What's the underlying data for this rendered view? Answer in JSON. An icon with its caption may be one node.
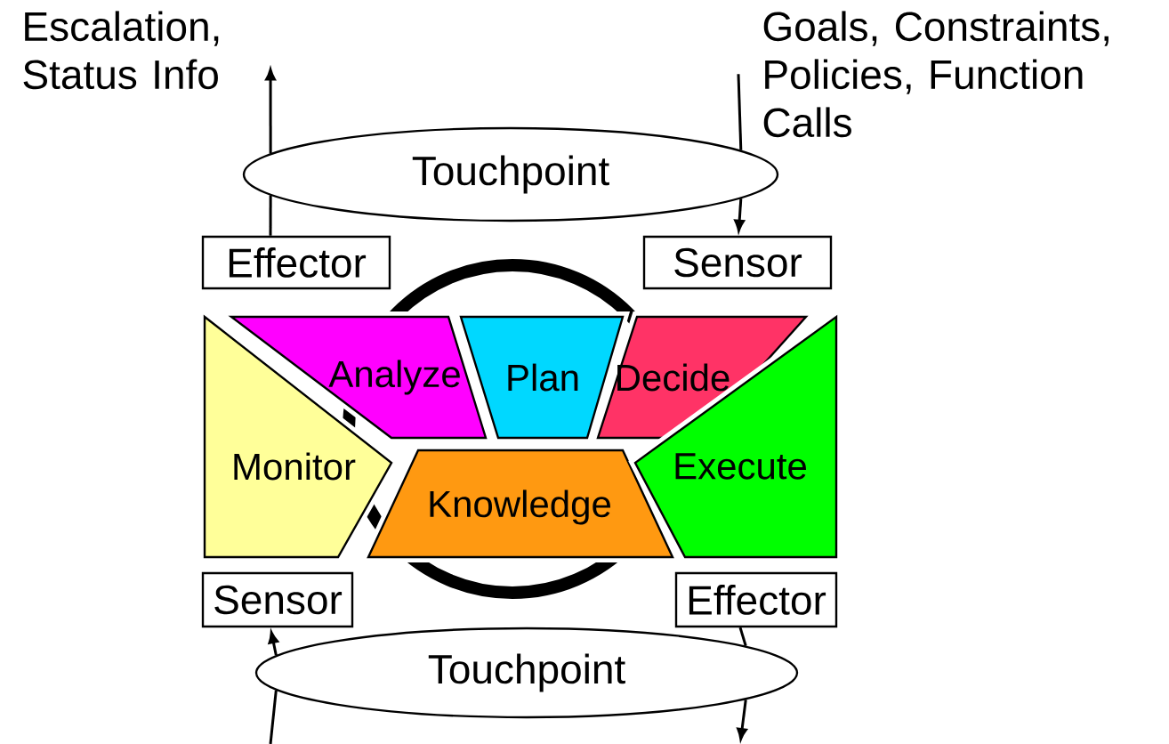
{
  "diagram": {
    "nodes": [
      {
        "text": [
          "Escalation, Status Info"
        ]
      },
      {
        "text": [
          "Goals, Constraints, Policies, Function Calls"
        ]
      },
      {
        "text": [
          "Touchpoint"
        ]
      },
      {
        "text": [
          "Effector"
        ]
      },
      {
        "text": [
          "Sensor"
        ]
      },
      {
        "text": [
          "Analyze"
        ]
      },
      {
        "text": [
          "Plan"
        ]
      },
      {
        "text": [
          "Decide"
        ]
      },
      {
        "text": [
          "Monitor"
        ]
      },
      {
        "text": [
          "Knowledge"
        ]
      },
      {
        "text": [
          "Execute"
        ]
      },
      {
        "text": [
          "Sensor"
        ]
      },
      {
        "text": [
          "Effector"
        ]
      },
      {
        "text": [
          "Touchpoint"
        ]
      }
    ],
    "edges": [
      {
        "from": 3,
        "to": 2,
        "arrow": "none"
      },
      {
        "from": 2,
        "to": 0,
        "arrow": "to"
      },
      {
        "from": 1,
        "to": 2,
        "arrow": "none"
      },
      {
        "from": 2,
        "to": 4,
        "arrow": "to"
      },
      {
        "from": null,
        "to": 13,
        "arrow": "none"
      },
      {
        "from": 13,
        "to": 11,
        "arrow": "to"
      },
      {
        "from": 12,
        "to": 13,
        "arrow": "none"
      },
      {
        "from": 13,
        "to": null,
        "arrow": "to"
      }
    ]
  }
}
